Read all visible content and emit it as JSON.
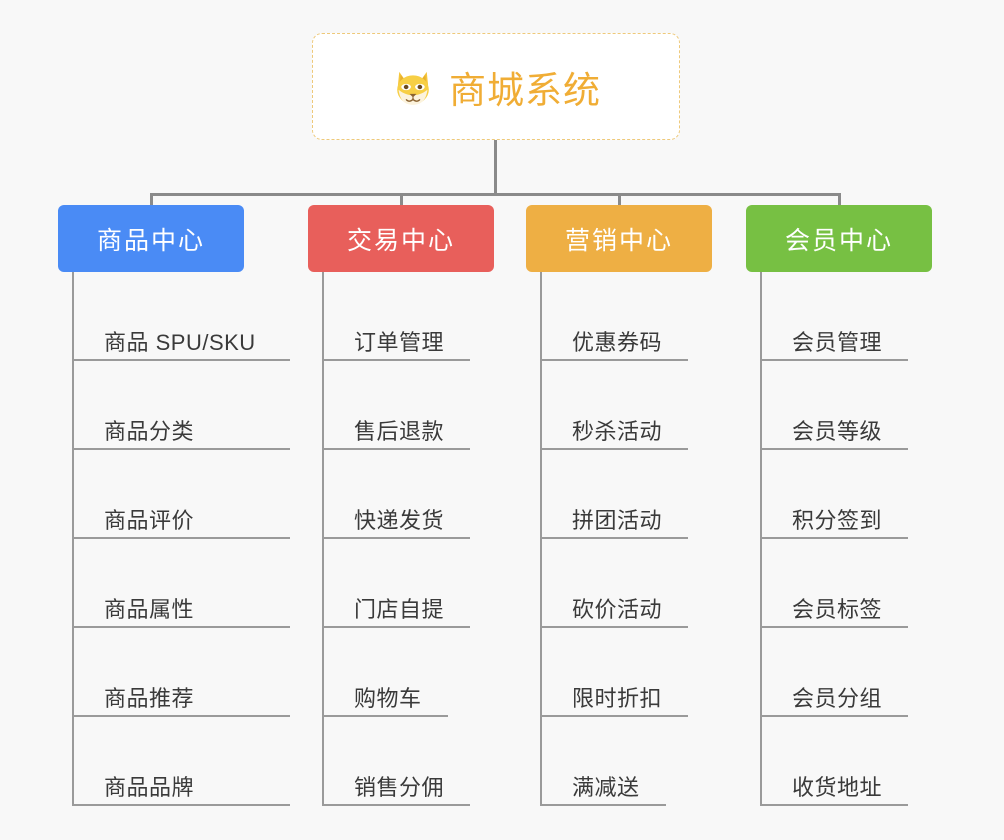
{
  "background_color": "#f8f8f8",
  "connector_color": "#8a8a8a",
  "root": {
    "icon": "shiba-dog-face-icon",
    "title": "商城系统",
    "text_color": "#f0ad35",
    "border_color": "#eec97a",
    "background": "#ffffff"
  },
  "categories": [
    {
      "label": "商品中心",
      "color": "#4a8bf5",
      "items": [
        "商品 SPU/SKU",
        "商品分类",
        "商品评价",
        "商品属性",
        "商品推荐",
        "商品品牌"
      ]
    },
    {
      "label": "交易中心",
      "color": "#e85f5b",
      "items": [
        "订单管理",
        "售后退款",
        "快递发货",
        "门店自提",
        "购物车",
        "销售分佣"
      ]
    },
    {
      "label": "营销中心",
      "color": "#eeaf44",
      "items": [
        "优惠券码",
        "秒杀活动",
        "拼团活动",
        "砍价活动",
        "限时折扣",
        "满减送"
      ]
    },
    {
      "label": "会员中心",
      "color": "#77c043",
      "items": [
        "会员管理",
        "会员等级",
        "积分签到",
        "会员标签",
        "会员分组",
        "收货地址"
      ]
    }
  ]
}
